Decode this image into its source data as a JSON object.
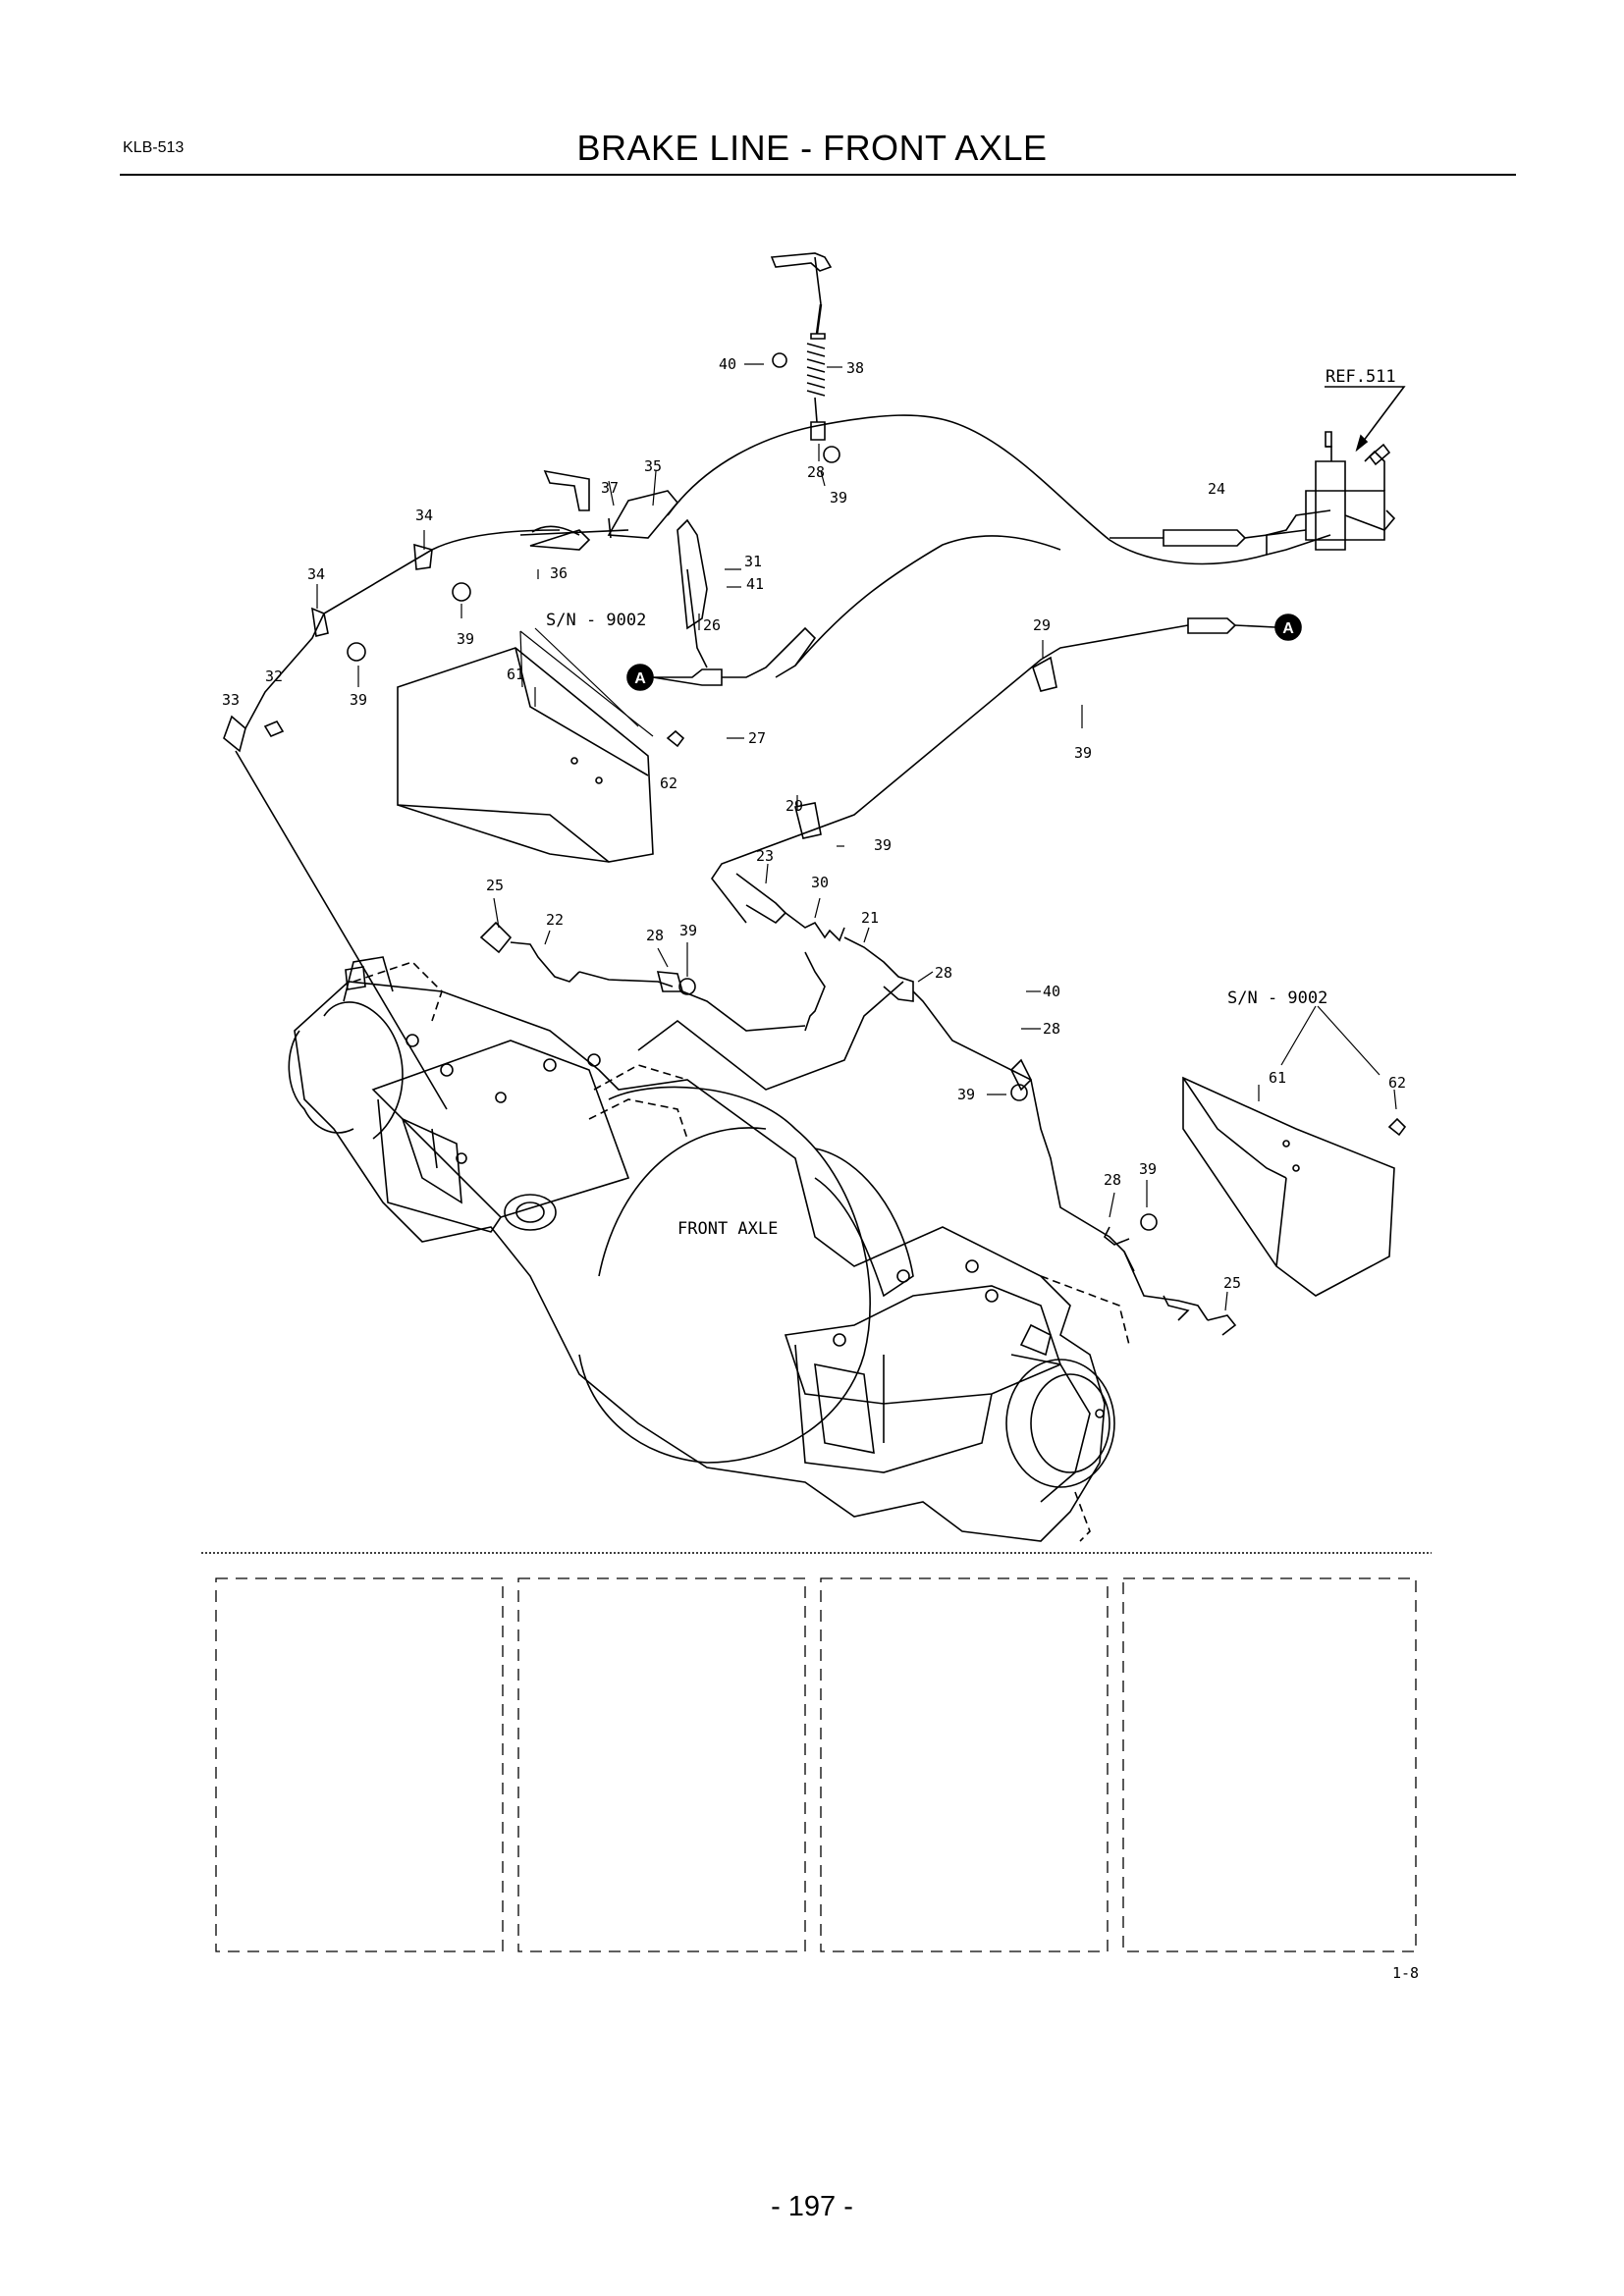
{
  "header": {
    "doc_code": "KLB-513",
    "title": "BRAKE LINE - FRONT AXLE"
  },
  "diagram": {
    "ref_label": "REF.511",
    "serial_label_left": "S/N - 9002",
    "serial_label_right": "S/N - 9002",
    "axle_label": "FRONT AXLE",
    "connector_marker": "A",
    "figure_code": "1-8",
    "callouts": {
      "c40a": "40",
      "c38": "38",
      "c28a": "28",
      "c39a": "39",
      "c37": "37",
      "c35": "35",
      "c24": "24",
      "c34a": "34",
      "c34b": "34",
      "c36": "36",
      "c31": "31",
      "c41": "41",
      "c39b": "39",
      "c39c": "39",
      "c26": "26",
      "c29a": "29",
      "c32": "32",
      "c33": "33",
      "c61a": "61",
      "c27": "27",
      "c62a": "62",
      "c39d": "39",
      "c29b": "29",
      "c39e": "39",
      "c23": "23",
      "c25a": "25",
      "c30": "30",
      "c22": "22",
      "c28b": "28",
      "c39f": "39",
      "c21": "21",
      "c28c": "28",
      "c40b": "40",
      "c28d": "28",
      "c39g": "39",
      "c61b": "61",
      "c62b": "62",
      "c28e": "28",
      "c39h": "39",
      "c25b": "25"
    }
  },
  "footer": {
    "page_number": "- 197 -"
  }
}
